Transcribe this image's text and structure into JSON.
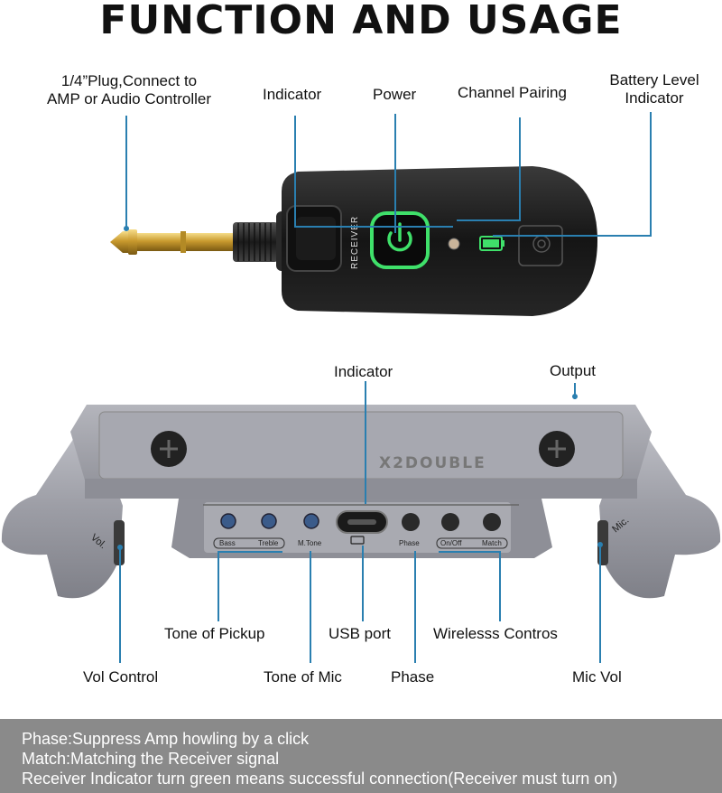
{
  "title": "FUNCTION AND USAGE",
  "receiver": {
    "plug_label": [
      "1/4”Plug,Connect to",
      "AMP or Audio Controller"
    ],
    "indicator_label": "Indicator",
    "power_label": "Power",
    "channel_label": "Channel Pairing",
    "battery_label": [
      "Battery Level",
      "Indicator"
    ],
    "side_text": "RECEIVER"
  },
  "transmitter": {
    "indicator_label": "Indicator",
    "output_label": "Output",
    "brand": "X2DOUBLE",
    "bass": "Bass",
    "treble": "Treble",
    "mtone": "M.Tone",
    "phase": "Phase",
    "onoff": "On/Off",
    "match": "Match",
    "vol": "Vol.",
    "mic": "Mic.",
    "tone_pickup_label": "Tone of Pickup",
    "usb_label": "USB port",
    "wireless_label": "Wirelesss Contros",
    "vol_control_label": "Vol Control",
    "tone_mic_label": "Tone of Mic",
    "phase_label": "Phase",
    "mic_vol_label": "Mic Vol"
  },
  "info": [
    "Phase:Suppress Amp howling by a click",
    "Match:Matching the Receiver signal",
    "Receiver Indicator turn green means successful connection(Receiver must turn on)"
  ],
  "colors": {
    "callout": "#2a7fb0",
    "power_glow": "#3fe06a",
    "receiver_body": "#1c1c1c",
    "transmitter_body": "#9a9ba3",
    "info_bg": "#8a8a8a"
  }
}
